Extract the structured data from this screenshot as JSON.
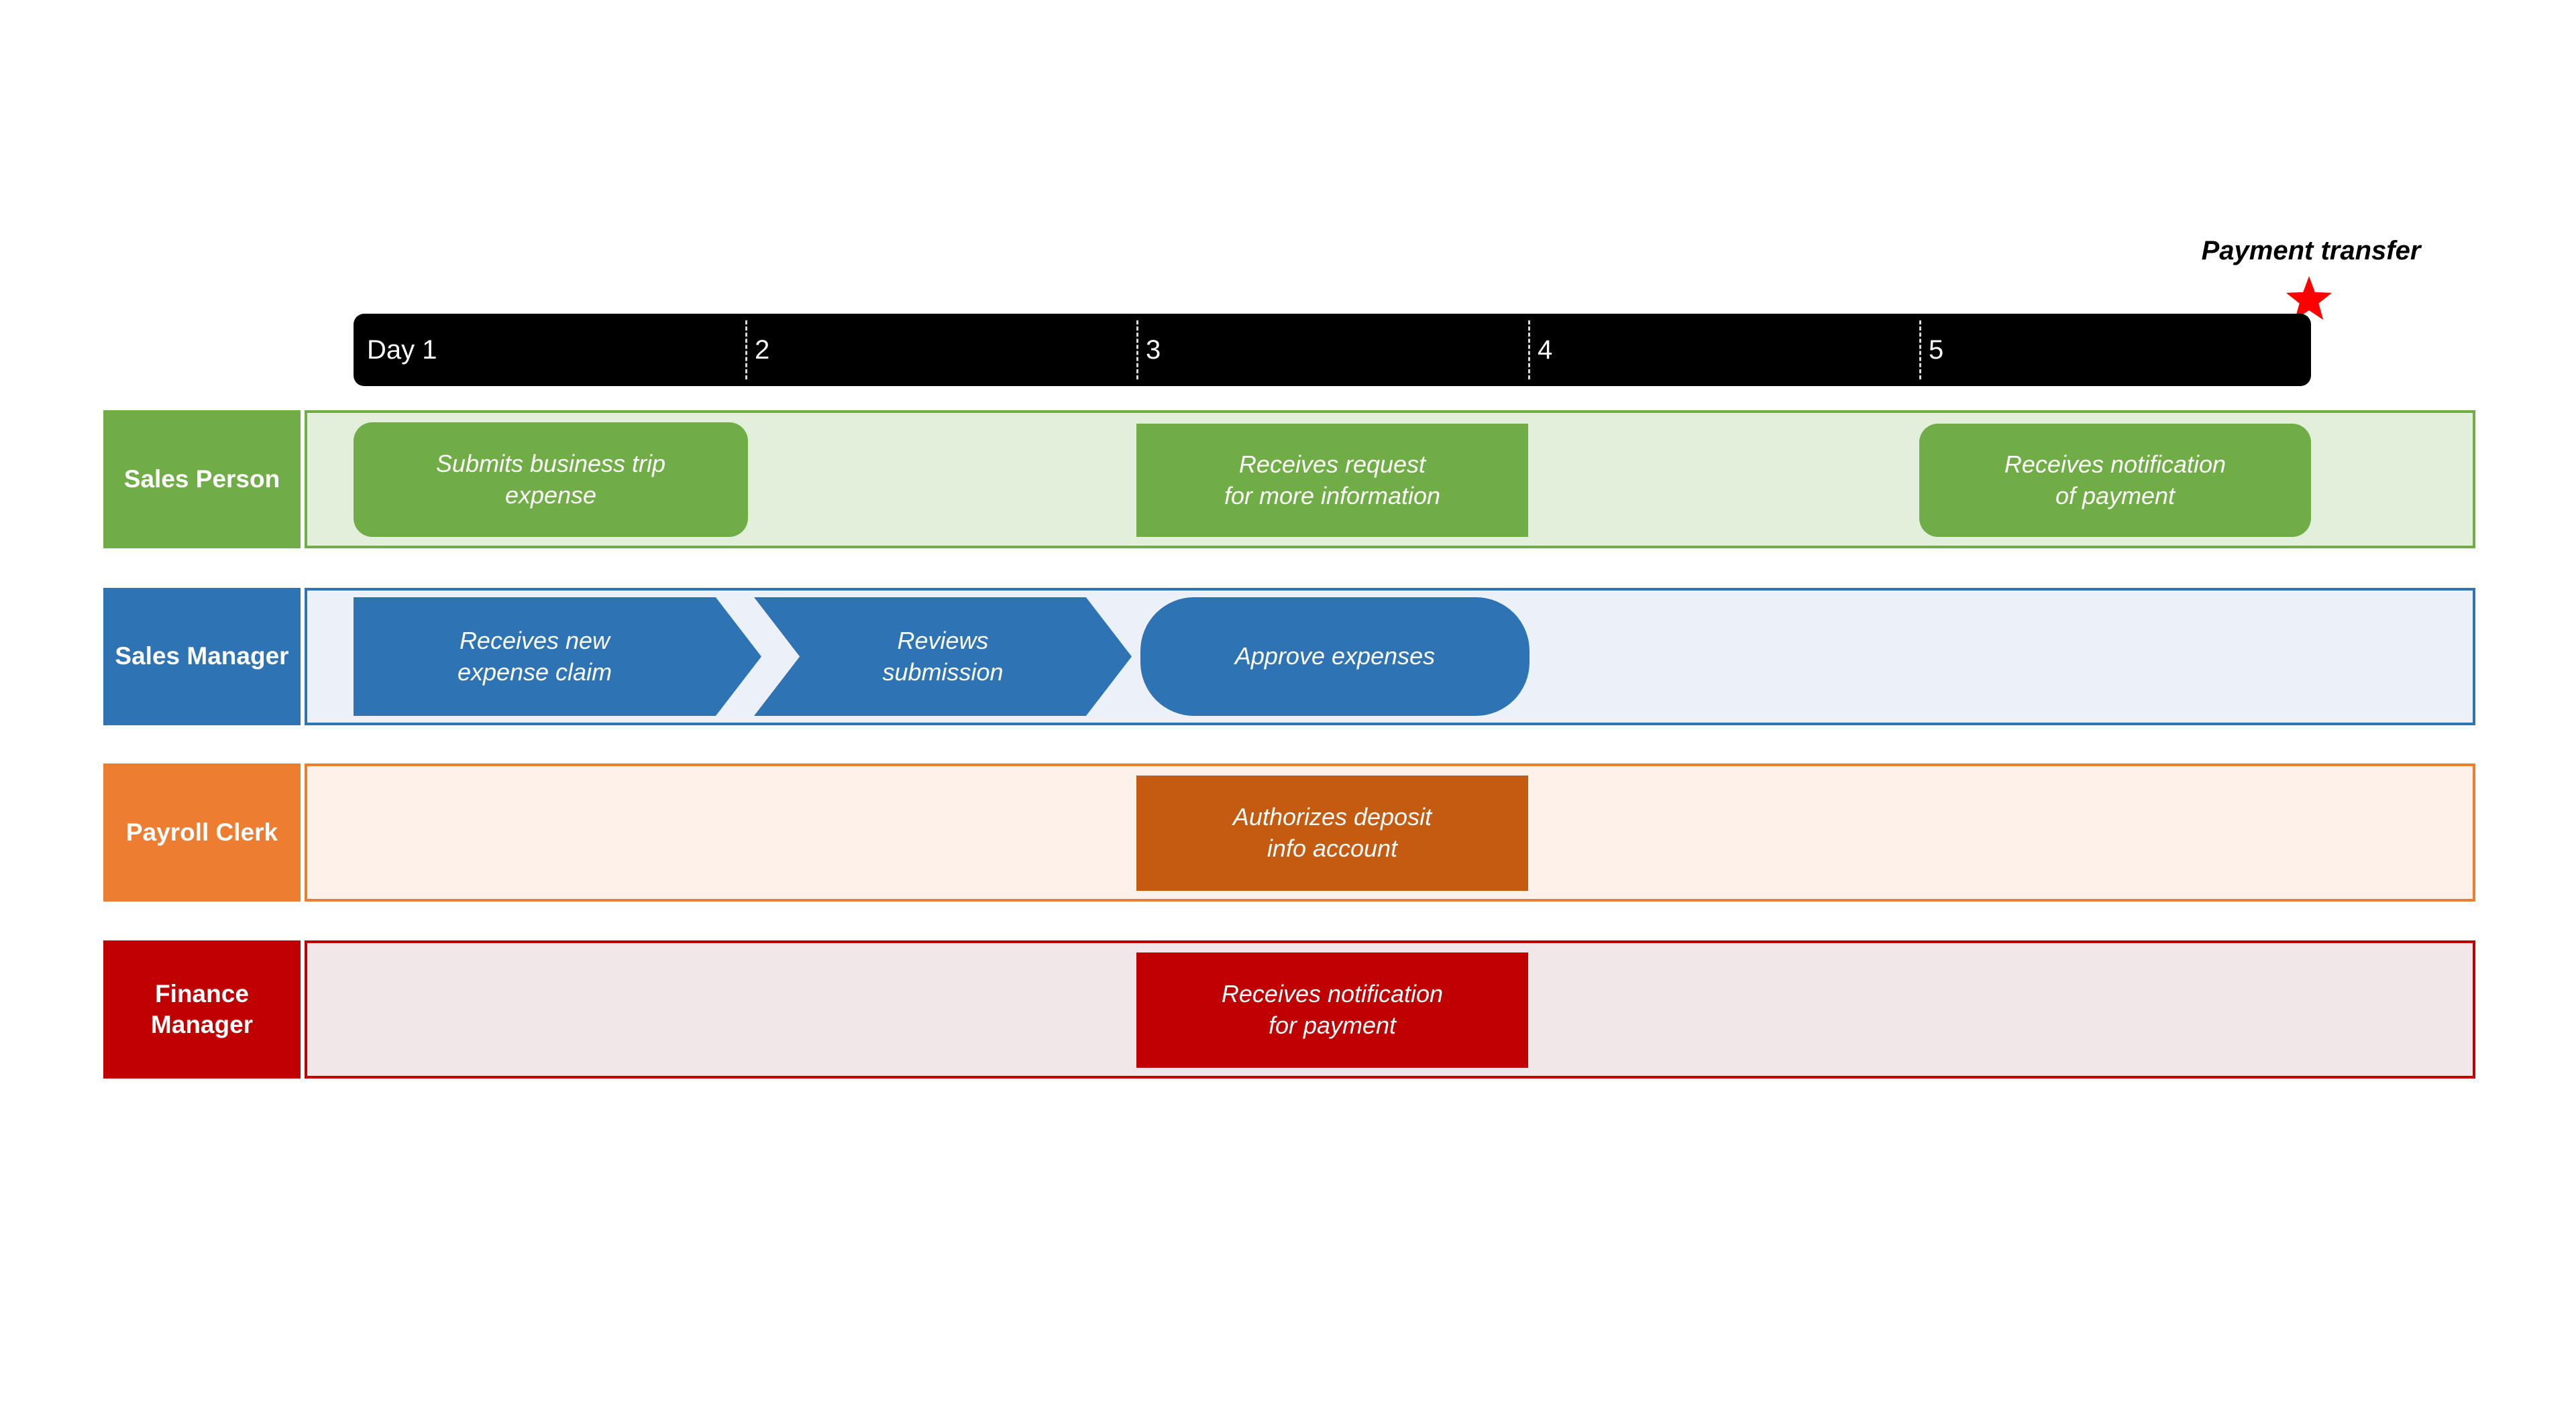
{
  "milestone": {
    "label": "Payment transfer",
    "star_color": "#FF0000"
  },
  "timeline": {
    "bar_color": "#000000",
    "text_color": "#FFFFFF",
    "days": [
      {
        "label": "Day 1"
      },
      {
        "label": "2"
      },
      {
        "label": "3"
      },
      {
        "label": "4"
      },
      {
        "label": "5"
      }
    ]
  },
  "lanes": [
    {
      "label": "Sales Person",
      "color": "#70AD47",
      "lane_bg": "#E2EFDA",
      "tasks": [
        {
          "label": "Submits business trip\nexpense",
          "shape": "rounded-rectangle",
          "fill": "#70AD47"
        },
        {
          "label": "Receives request\nfor more information",
          "shape": "rectangle",
          "fill": "#70AD47"
        },
        {
          "label": "Receives notification\nof payment",
          "shape": "rounded-rectangle",
          "fill": "#70AD47"
        }
      ]
    },
    {
      "label": "Sales Manager",
      "color": "#2E74B5",
      "lane_bg": "#ECF0F9",
      "tasks": [
        {
          "label": "Receives new\nexpense claim",
          "shape": "pentagon-arrow",
          "fill": "#2E74B5"
        },
        {
          "label": "Reviews\nsubmission",
          "shape": "chevron-arrow",
          "fill": "#2E74B5"
        },
        {
          "label": "Approve expenses",
          "shape": "rounded-rectangle-large",
          "fill": "#2E74B5"
        }
      ]
    },
    {
      "label": "Payroll Clerk",
      "color": "#ED7D31",
      "lane_bg": "#FDF1EA",
      "tasks": [
        {
          "label": "Authorizes deposit\ninfo account",
          "shape": "rectangle",
          "fill": "#C55A11"
        }
      ]
    },
    {
      "label": "Finance\nManager",
      "color": "#C00000",
      "lane_bg": "#F1E6E8",
      "tasks": [
        {
          "label": "Receives notification\nfor payment",
          "shape": "rectangle",
          "fill": "#C00000"
        }
      ]
    }
  ]
}
